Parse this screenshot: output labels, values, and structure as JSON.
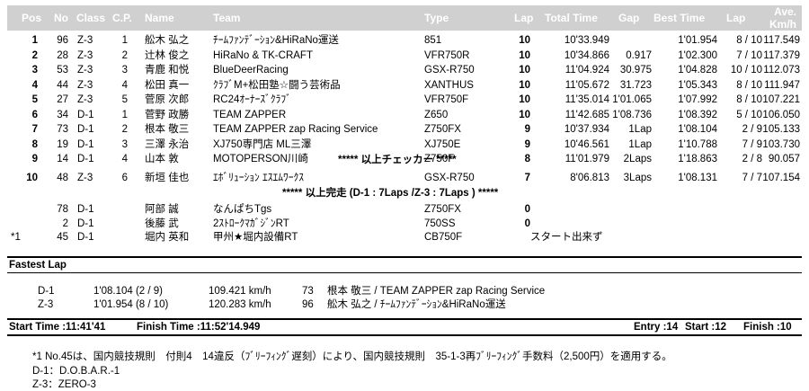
{
  "header": {
    "pos": "Pos",
    "no": "No",
    "class": "Class",
    "cp": "C.P.",
    "name": "Name",
    "team": "Team",
    "type": "Type",
    "lap": "Lap",
    "total_time": "Total Time",
    "gap": "Gap",
    "best_time": "Best Time",
    "best_lap": "Lap",
    "ave_1": "Ave.",
    "ave_2": "Km/h"
  },
  "results": [
    {
      "pos": "1",
      "no": "96",
      "class": "Z-3",
      "cp": "1",
      "name": "舩木 弘之",
      "team": "ﾁｰﾑﾌｧﾝﾃﾞｰｼｮﾝ&HiRaNo運送",
      "type": "851",
      "lap": "10",
      "total": "10'33.949",
      "gap": "",
      "best": "1'01.954",
      "blap": "8 / 10",
      "ave": "117.549"
    },
    {
      "pos": "2",
      "no": "28",
      "class": "Z-3",
      "cp": "2",
      "name": "辻林 俊之",
      "team": "HiRaNo & TK-CRAFT",
      "type": "VFR750R",
      "lap": "10",
      "total": "10'34.866",
      "gap": "0.917",
      "best": "1'02.300",
      "blap": "7 / 10",
      "ave": "117.379"
    },
    {
      "pos": "3",
      "no": "53",
      "class": "Z-3",
      "cp": "3",
      "name": "青鹿 和悦",
      "team": "BlueDeerRacing",
      "type": "GSX-R750",
      "lap": "10",
      "total": "11'04.924",
      "gap": "30.975",
      "best": "1'04.828",
      "blap": "10 / 10",
      "ave": "112.073"
    },
    {
      "pos": "4",
      "no": "44",
      "class": "Z-3",
      "cp": "4",
      "name": "松田 真一",
      "team": "ｸﾗﾌﾞM+松田塾☆闘う芸術品",
      "type": "XANTHUS",
      "lap": "10",
      "total": "11'05.672",
      "gap": "31.723",
      "best": "1'05.343",
      "blap": "8 / 10",
      "ave": "111.947"
    },
    {
      "pos": "5",
      "no": "27",
      "class": "Z-3",
      "cp": "5",
      "name": "菅原 次郎",
      "team": "RC24ｵｰﾅｰｽﾞｸﾗﾌﾞ",
      "type": "VFR750F",
      "lap": "10",
      "total": "11'35.014",
      "gap": "1'01.065",
      "best": "1'07.992",
      "blap": "8 / 10",
      "ave": "107.221"
    },
    {
      "pos": "6",
      "no": "34",
      "class": "D-1",
      "cp": "1",
      "name": "菅野 政勝",
      "team": "TEAM ZAPPER",
      "type": "Z650",
      "lap": "10",
      "total": "11'42.685",
      "gap": "1'08.736",
      "best": "1'08.392",
      "blap": "5 / 10",
      "ave": "106.050"
    },
    {
      "pos": "7",
      "no": "73",
      "class": "D-1",
      "cp": "2",
      "name": "根本 敬三",
      "team": "TEAM ZAPPER zap Racing Service",
      "type": "Z750FX",
      "lap": "9",
      "total": "10'37.934",
      "gap": "1Lap",
      "best": "1'08.104",
      "blap": "2 / 9",
      "ave": "105.133"
    },
    {
      "pos": "8",
      "no": "19",
      "class": "D-1",
      "cp": "3",
      "name": "三澤 永治",
      "team": "XJ750専門店 ML三澤",
      "type": "XJ750E",
      "lap": "9",
      "total": "10'46.561",
      "gap": "1Lap",
      "best": "1'10.788",
      "blap": "7 / 9",
      "ave": "103.730"
    },
    {
      "pos": "9",
      "no": "14",
      "class": "D-1",
      "cp": "4",
      "name": "山本 敦",
      "team": "MOTOPERSON川崎",
      "type": "Z750F",
      "lap": "8",
      "total": "11'01.979",
      "gap": "2Laps",
      "best": "1'18.863",
      "blap": "2 / 8",
      "ave": "90.057"
    }
  ],
  "checker_label": "***** 以上チェッカー *****",
  "row10": {
    "pos": "10",
    "no": "48",
    "class": "Z-3",
    "cp": "6",
    "name": "新垣 佳也",
    "team": "ｴﾎﾞﾘｭｰｼｮﾝ ｴｽｴﾑﾜｰｸｽ",
    "type": "GSX-R750",
    "lap": "7",
    "total": "8'06.813",
    "gap": "3Laps",
    "best": "1'08.131",
    "blap": "7 / 7",
    "ave": "107.154"
  },
  "finish_label": "***** 以上完走 (D-1 : 7Laps /Z-3 : 7Laps ) *****",
  "dnf": [
    {
      "mark": "",
      "no": "78",
      "class": "D-1",
      "name": "阿部 誠",
      "team": "なんぱちTgs",
      "type": "Z750FX",
      "lap": "0",
      "note": ""
    },
    {
      "mark": "",
      "no": "2",
      "class": "D-1",
      "name": "後藤 武",
      "team": "2ｽﾄﾛｰｸﾏｶﾞｼﾞﾝRT",
      "type": "750SS",
      "lap": "0",
      "note": ""
    },
    {
      "mark": "*1",
      "no": "45",
      "class": "D-1",
      "name": "堀内 英和",
      "team": "甲州★堀内設備RT",
      "type": "CB750F",
      "lap": "",
      "note": "スタート出来ず"
    }
  ],
  "fastest": {
    "title": "Fastest Lap",
    "rows": [
      {
        "class": "D-1",
        "time": "1'08.104 (2 / 9)",
        "speed": "109.421 km/h",
        "no": "73",
        "who": "根本 敬三 / TEAM ZAPPER zap Racing Service"
      },
      {
        "class": "Z-3",
        "time": "1'01.954 (8 / 10)",
        "speed": "120.283 km/h",
        "no": "96",
        "who": "舩木 弘之 / ﾁｰﾑﾌｧﾝﾃﾞｰｼｮﾝ&HiRaNo運送"
      }
    ]
  },
  "summary": {
    "start": "Start Time :11:41'41",
    "finish": "Finish Time :11:52'14.949",
    "entry": "Entry :14",
    "started": "Start :12",
    "finished": "Finish :10"
  },
  "notes": [
    "*1 No.45は、国内競技規則　付則4　14違反（ﾌﾞﾘｰﾌｨﾝｸﾞ遅刻）により、国内競技規則　35-1-3再ﾌﾞﾘｰﾌｨﾝｸﾞ手数料（2,500円）を適用する。",
    "D-1：D.O.B.A.R.-1",
    "Z-3：ZERO-3"
  ]
}
